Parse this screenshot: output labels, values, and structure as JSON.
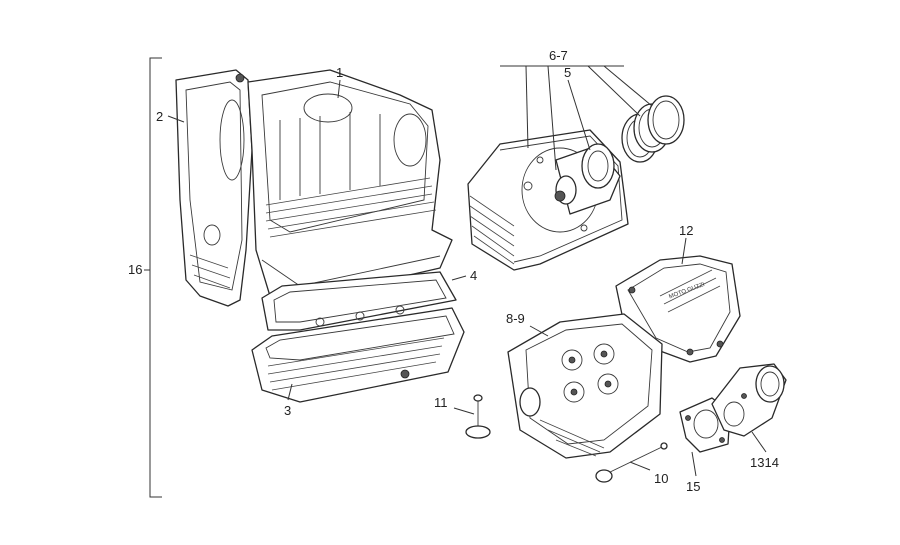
{
  "callouts": {
    "c1": "1",
    "c2": "2",
    "c3": "3",
    "c4": "4",
    "c5": "5",
    "c67": "6-7",
    "c89": "8-9",
    "c10": "10",
    "c11": "11",
    "c12": "12",
    "c1314": "1314",
    "c15": "15",
    "c16": "16"
  },
  "embossed_text": "MOTO GUZZI"
}
